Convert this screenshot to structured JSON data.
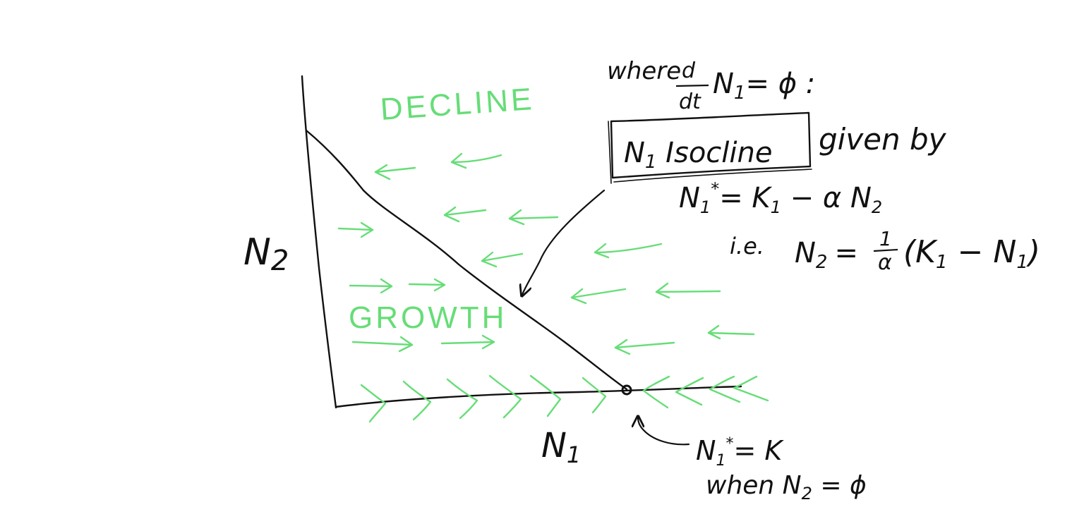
{
  "colors": {
    "ink": "#111111",
    "green": "#66dd77",
    "background": "#ffffff"
  },
  "regions": {
    "upper": "DECLINE",
    "lower": "GROWTH"
  },
  "axes": {
    "y_label": "N",
    "y_sub": "2",
    "x_label": "N",
    "x_sub": "1"
  },
  "annotations": {
    "where": "where",
    "deriv_num": "d",
    "deriv_den": "dt",
    "deriv_rest": "N",
    "deriv_sub": "1",
    "deriv_eq": "= ϕ :",
    "box_label_main": "N",
    "box_label_sub": "1",
    "box_label_rest": " Isocline",
    "given_by": "given by",
    "eq1_lhs": "N",
    "eq1_sub": "1",
    "eq1_star": "*",
    "eq1_rhs": "= K",
    "eq1_rhs_sub": "1",
    "eq1_tail": " − α N",
    "eq1_tail_sub": "2",
    "eq2_ie": "i.e.",
    "eq2_lhs": "N",
    "eq2_lhs_sub": "2",
    "eq2_eq": "=",
    "eq2_frac_num": "1",
    "eq2_frac_den": "α",
    "eq2_paren": "(K",
    "eq2_paren_sub": "1",
    "eq2_minus": " − N",
    "eq2_minus_sub": "1",
    "eq2_close": ")",
    "eq3_lhs": "N",
    "eq3_sub": "1",
    "eq3_star": "*",
    "eq3_rhs": "= K",
    "eq4_when": "when N",
    "eq4_sub": "2",
    "eq4_rhs": " = ϕ"
  },
  "icons": {
    "arrow_left": "arrow-left-icon",
    "arrow_right": "arrow-right-icon",
    "chevron": "chevron-icon",
    "point": "equilibrium-point-icon"
  }
}
